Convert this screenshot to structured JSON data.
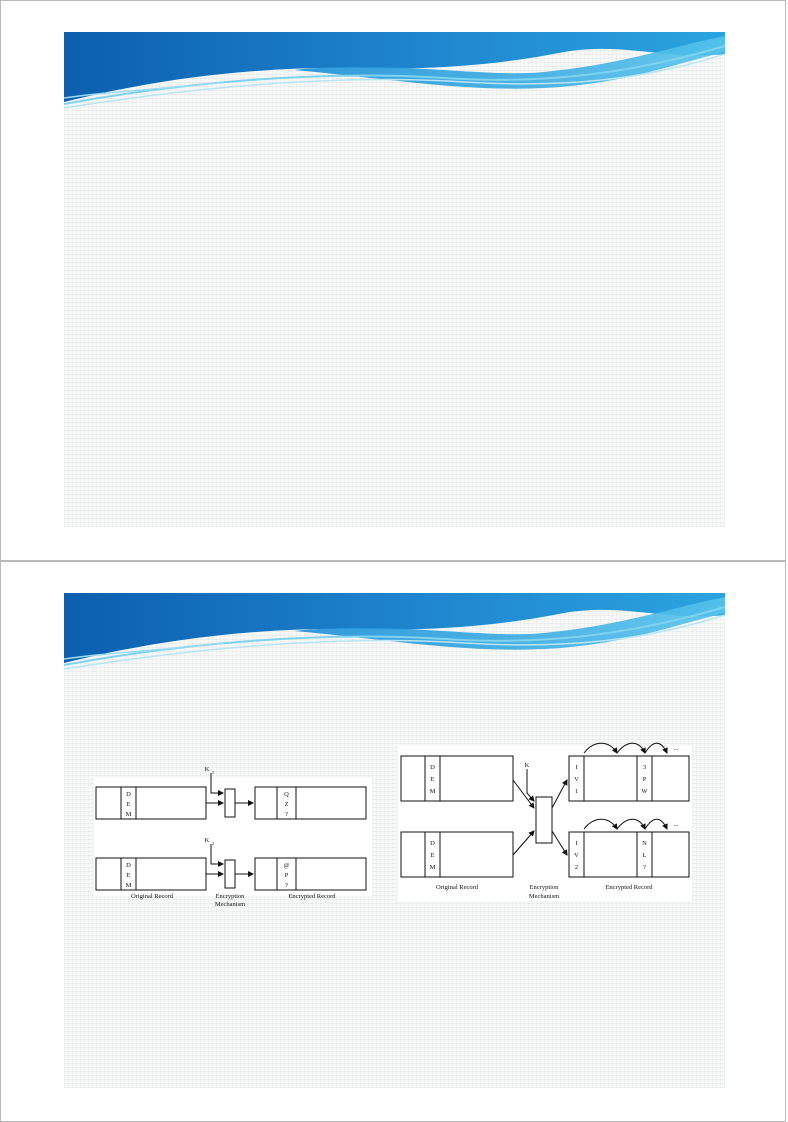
{
  "colors": {
    "banner_dark": "#0a5aa6",
    "banner_light": "#2aa8e0",
    "banner_cyan": "#7fd3ef"
  },
  "pages": [
    {
      "id": "page1",
      "slide": "blank-slide"
    },
    {
      "id": "page2",
      "slide": "encryption-slide"
    }
  ],
  "left_diagram": {
    "row1": {
      "key": "K",
      "key_sub": "1",
      "orig_chars": [
        "D",
        "E",
        "M"
      ],
      "enc_chars": [
        "Q",
        "Z",
        "?"
      ]
    },
    "row2": {
      "key": "K",
      "key_sub": "2",
      "orig_chars": [
        "D",
        "E",
        "M"
      ],
      "enc_chars": [
        "@",
        "P",
        "?"
      ]
    },
    "labels": {
      "original": "Original Record",
      "mechanism_1": "Encryption",
      "mechanism_2": "Mechanism",
      "encrypted": "Encrypted Record"
    }
  },
  "right_diagram": {
    "key": "K",
    "row1": {
      "orig_chars": [
        "D",
        "E",
        "M"
      ],
      "iv_chars": [
        "I",
        "V",
        "1"
      ],
      "enc_chars": [
        "3",
        "P",
        "W"
      ],
      "ellipsis": "..."
    },
    "row2": {
      "orig_chars": [
        "D",
        "E",
        "M"
      ],
      "iv_chars": [
        "I",
        "V",
        "2"
      ],
      "enc_chars": [
        "N",
        "L",
        "?"
      ],
      "ellipsis": "..."
    },
    "labels": {
      "original": "Original Record",
      "mechanism_1": "Encryption",
      "mechanism_2": "Mechanism",
      "encrypted": "Encrypted Record"
    }
  }
}
